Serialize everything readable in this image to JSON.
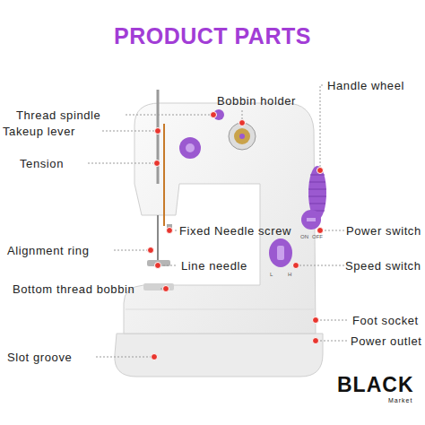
{
  "diagram": {
    "title": "PRODUCT PARTS",
    "labels": [
      "Handle wheel",
      "Bobbin holder",
      "Thread spindle",
      "Takeup lever",
      "Tension",
      "Fixed Needle screw",
      "Power switch",
      "Alignment ring",
      "Line needle",
      "Speed switch",
      "Bottom thread bobbin",
      "Foot socket",
      "Power outlet",
      "Slot groove",
      "ON",
      "OFF",
      "L",
      "H",
      "BLACK",
      "Market"
    ]
  }
}
